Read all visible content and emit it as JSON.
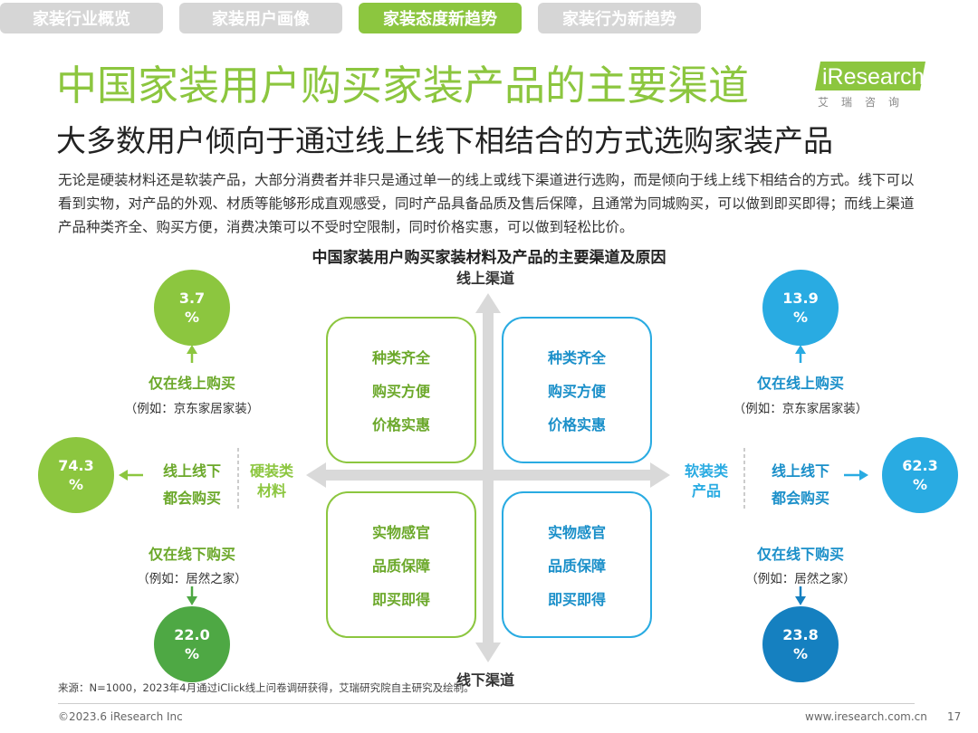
{
  "tabs": [
    {
      "label": "家装行业概览"
    },
    {
      "label": "家装用户画像"
    },
    {
      "label": "家装态度新趋势"
    },
    {
      "label": "家装行为新趋势"
    }
  ],
  "header": {
    "title": "中国家装用户购买家装产品的主要渠道",
    "subtitle": "大多数用户倾向于通过线上线下相结合的方式选购家装产品",
    "logo_text": "iResearch",
    "logo_sub": "艾瑞咨询"
  },
  "description": "无论是硬装材料还是软装产品，大部分消费者并非只是通过单一的线上或线下渠道进行选购，而是倾向于线上线下相结合的方式。线下可以看到实物，对产品的外观、材质等能够形成直观感受，同时产品具备品质及售后保障，且通常为同城购买，可以做到即买即得；而线上渠道产品种类齐全、购买方便，消费决策可以不受时空限制，同时价格实惠，可以做到轻松比价。",
  "diagram": {
    "title": "中国家装用户购买家装材料及产品的主要渠道及原因",
    "axis_top": "线上渠道",
    "axis_bottom": "线下渠道",
    "quadrants": {
      "top_left": [
        "种类齐全",
        "购买方便",
        "价格实惠"
      ],
      "top_right": [
        "种类齐全",
        "购买方便",
        "价格实惠"
      ],
      "bottom_left": [
        "实物感官",
        "品质保障",
        "即买即得"
      ],
      "bottom_right": [
        "实物感官",
        "品质保障",
        "即买即得"
      ]
    },
    "left": {
      "category_line1": "硬装类",
      "category_line2": "材料",
      "online": {
        "value": "3.7",
        "unit": "%",
        "label": "仅在线上购买",
        "example": "（例如：京东家居家装）"
      },
      "both": {
        "value": "74.3",
        "unit": "%",
        "label_line1": "线上线下",
        "label_line2": "都会购买"
      },
      "offline": {
        "value": "22.0",
        "unit": "%",
        "label": "仅在线下购买",
        "example": "（例如：居然之家）"
      }
    },
    "right": {
      "category_line1": "软装类",
      "category_line2": "产品",
      "online": {
        "value": "13.9",
        "unit": "%",
        "label": "仅在线上购买",
        "example": "（例如：京东家居家装）"
      },
      "both": {
        "value": "62.3",
        "unit": "%",
        "label_line1": "线上线下",
        "label_line2": "都会购买"
      },
      "offline": {
        "value": "23.8",
        "unit": "%",
        "label": "仅在线下购买",
        "example": "（例如：居然之家）"
      }
    }
  },
  "source": "来源：N=1000，2023年4月通过iClick线上问卷调研获得，艾瑞研究院自主研究及绘制。",
  "footer": {
    "copyright": "©2023.6 iResearch Inc",
    "website": "www.iresearch.com.cn",
    "page_number": "17"
  },
  "colors": {
    "green": "#8cc63f",
    "dark_green": "#4ea844",
    "blue": "#29abe2",
    "dark_blue": "#1580c0",
    "axis_gray": "#d9d9d9"
  }
}
